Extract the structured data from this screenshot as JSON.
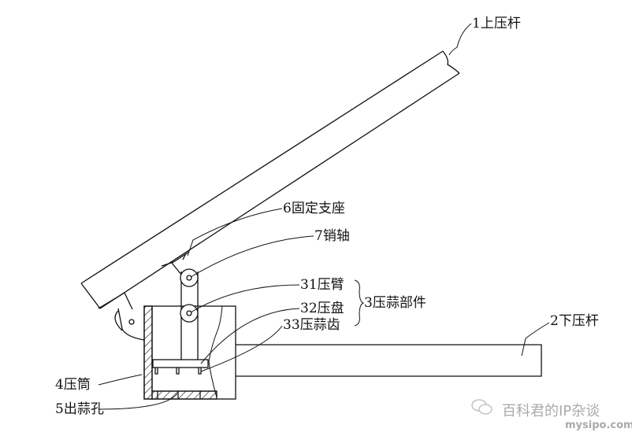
{
  "labels": {
    "upper_lever": "1上压杆",
    "lower_lever": "2下压杆",
    "press_assembly": "3压蒜部件",
    "press_arm": "31压臂",
    "press_plate": "32压盘",
    "press_teeth": "33压蒜齿",
    "press_cylinder": "4压筒",
    "outlet_holes": "5出蒜孔",
    "fixed_support": "6固定支座",
    "pin_shaft": "7销轴"
  },
  "watermark": {
    "title": "百科君的IP杂谈",
    "url": "mysipo.com",
    "icon": "wechat-icon"
  }
}
